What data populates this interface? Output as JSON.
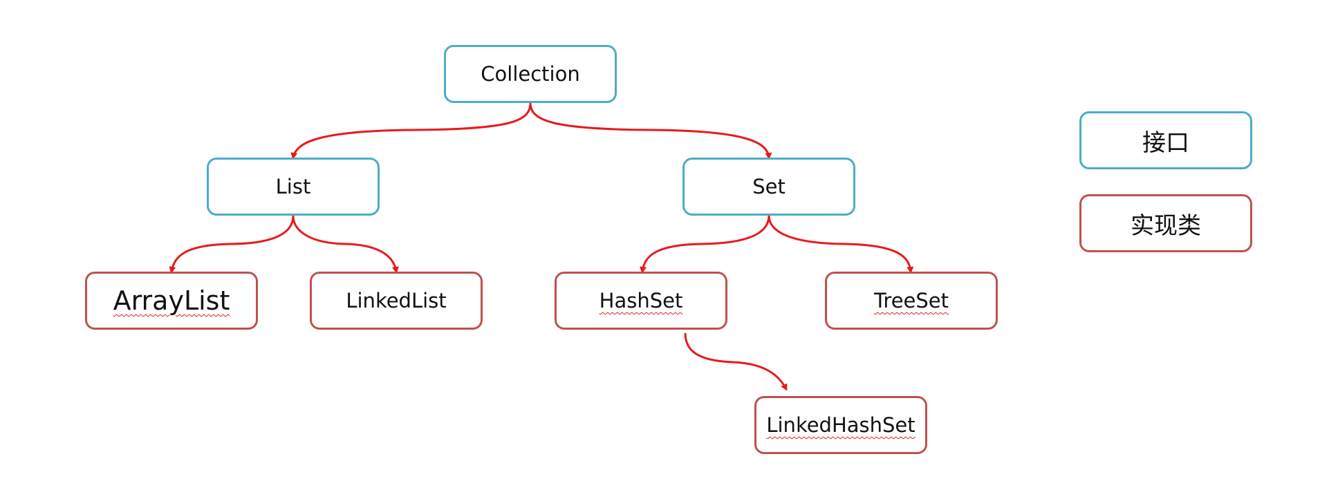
{
  "colors": {
    "interface_border": "#4BACC6",
    "class_border": "#C0504D",
    "edge": "#E8191B",
    "spellcheck_underline": "#E8191B"
  },
  "nodes": {
    "collection": {
      "label": "Collection",
      "kind": "interface"
    },
    "list": {
      "label": "List",
      "kind": "interface"
    },
    "set": {
      "label": "Set",
      "kind": "interface"
    },
    "arraylist": {
      "label": "ArrayList",
      "kind": "class"
    },
    "linkedlist": {
      "label": "LinkedList",
      "kind": "class"
    },
    "hashset": {
      "label": "HashSet",
      "kind": "class"
    },
    "treeset": {
      "label": "TreeSet",
      "kind": "class"
    },
    "linkedhashset": {
      "label": "LinkedHashSet",
      "kind": "class"
    }
  },
  "edges": [
    {
      "from": "collection",
      "to": "list"
    },
    {
      "from": "collection",
      "to": "set"
    },
    {
      "from": "list",
      "to": "arraylist"
    },
    {
      "from": "list",
      "to": "linkedlist"
    },
    {
      "from": "set",
      "to": "hashset"
    },
    {
      "from": "set",
      "to": "treeset"
    },
    {
      "from": "hashset",
      "to": "linkedhashset"
    }
  ],
  "legend": {
    "interface_label": "接口",
    "class_label": "实现类"
  }
}
